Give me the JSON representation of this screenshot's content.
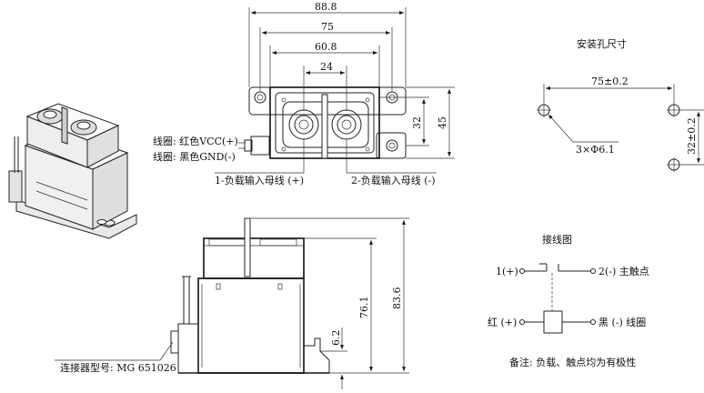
{
  "top_view": {
    "dims": {
      "overall_width": "88.8",
      "mount_span": "75",
      "body_width": "60.8",
      "terminal_pitch": "24",
      "body_height": "32",
      "overall_height": "45"
    },
    "coil_label_line1": "线圈: 红色VCC(+)",
    "coil_label_line2": "线圈: 黑色GND(-)",
    "terminal1_label": "1-负载输入母线 (+)",
    "terminal2_label": "2-负载输入母线 (-)"
  },
  "mounting": {
    "title": "安装孔尺寸",
    "hole_spacing_x": "75±0.2",
    "hole_spacing_y": "32±0.2",
    "hole_callout": "3×Φ6.1"
  },
  "side_view": {
    "dims": {
      "total_height": "83.6",
      "body_height": "76.1",
      "flange_height": "6.2"
    },
    "connector_label": "连接器型号: MG 651026"
  },
  "wiring": {
    "title": "接线图",
    "pin1": "1(+)",
    "pin2": "2(-) 主触点",
    "coil_red": "红 (+)",
    "coil_black": "黑 (-) 线圈",
    "note": "备注: 负载、触点均为有极性"
  }
}
